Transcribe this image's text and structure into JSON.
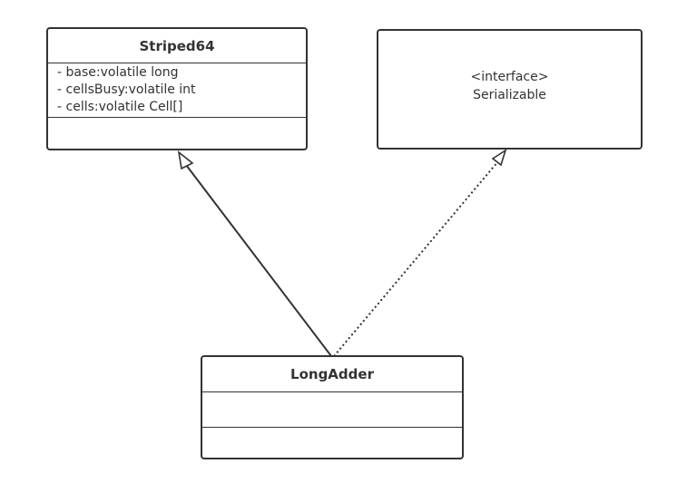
{
  "striped64": {
    "name": "Striped64",
    "attributes": [
      "- base:volatile long",
      "- cellsBusy:volatile int",
      "- cells:volatile Cell[]"
    ]
  },
  "serializable": {
    "stereotype": "<interface>",
    "name": "Serializable"
  },
  "longadder": {
    "name": "LongAdder"
  },
  "colors": {
    "stroke": "#333333",
    "background": "#ffffff"
  },
  "relations": [
    {
      "from": "LongAdder",
      "to": "Striped64",
      "kind": "generalization"
    },
    {
      "from": "LongAdder",
      "to": "Serializable",
      "kind": "realization"
    }
  ]
}
